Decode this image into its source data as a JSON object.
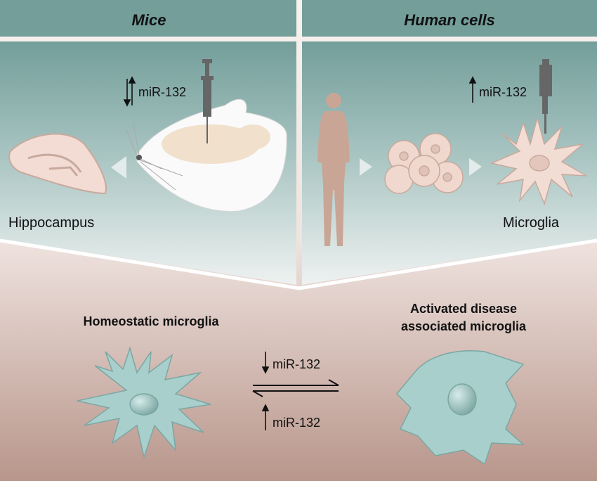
{
  "headers": {
    "left": "Mice",
    "right": "Human cells"
  },
  "mice": {
    "mirna": "miR-132",
    "mirna_direction": "down-up",
    "tissue_label": "Hippocampus"
  },
  "human": {
    "mirna": "miR-132",
    "mirna_direction": "up",
    "cell_label": "Microglia"
  },
  "bottom": {
    "left_title": "Homeostatic microglia",
    "right_title_line1": "Activated disease",
    "right_title_line2": "associated microglia",
    "forward_mirna": "miR-132",
    "forward_direction": "down",
    "reverse_mirna": "miR-132",
    "reverse_direction": "up"
  },
  "colors": {
    "header": "#739e9a",
    "panel_top": "#6f9a96",
    "panel_bottom": "#e8eeed",
    "bottom_top": "#f6efed",
    "bottom_bottom": "#b8968b",
    "cell": "#a9cfcc"
  }
}
